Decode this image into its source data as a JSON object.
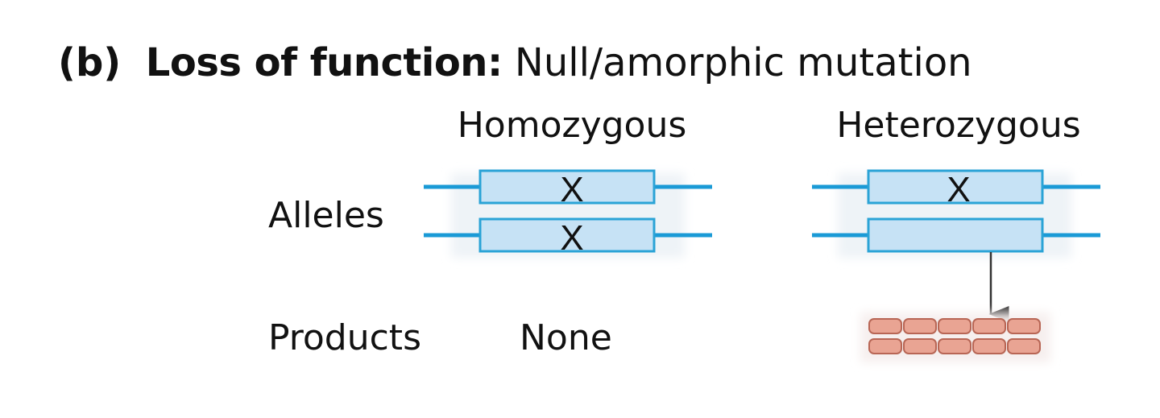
{
  "heading": {
    "part_label": "(b)",
    "bold_label": "Loss of function:",
    "subtitle": "Null/amorphic mutation"
  },
  "columns": {
    "homozygous": "Homozygous",
    "heterozygous": "Heterozygous"
  },
  "rows": {
    "alleles": "Alleles",
    "products": "Products"
  },
  "homozygous_product": "None",
  "mutation_mark": "X",
  "colors": {
    "gene_fill": "#c6e2f5",
    "gene_stroke": "#2aa3d6",
    "chromosome_line": "#1a9ad6",
    "product_fill": "#e9a493",
    "product_stroke": "#b86655",
    "arrow": "#333333"
  }
}
